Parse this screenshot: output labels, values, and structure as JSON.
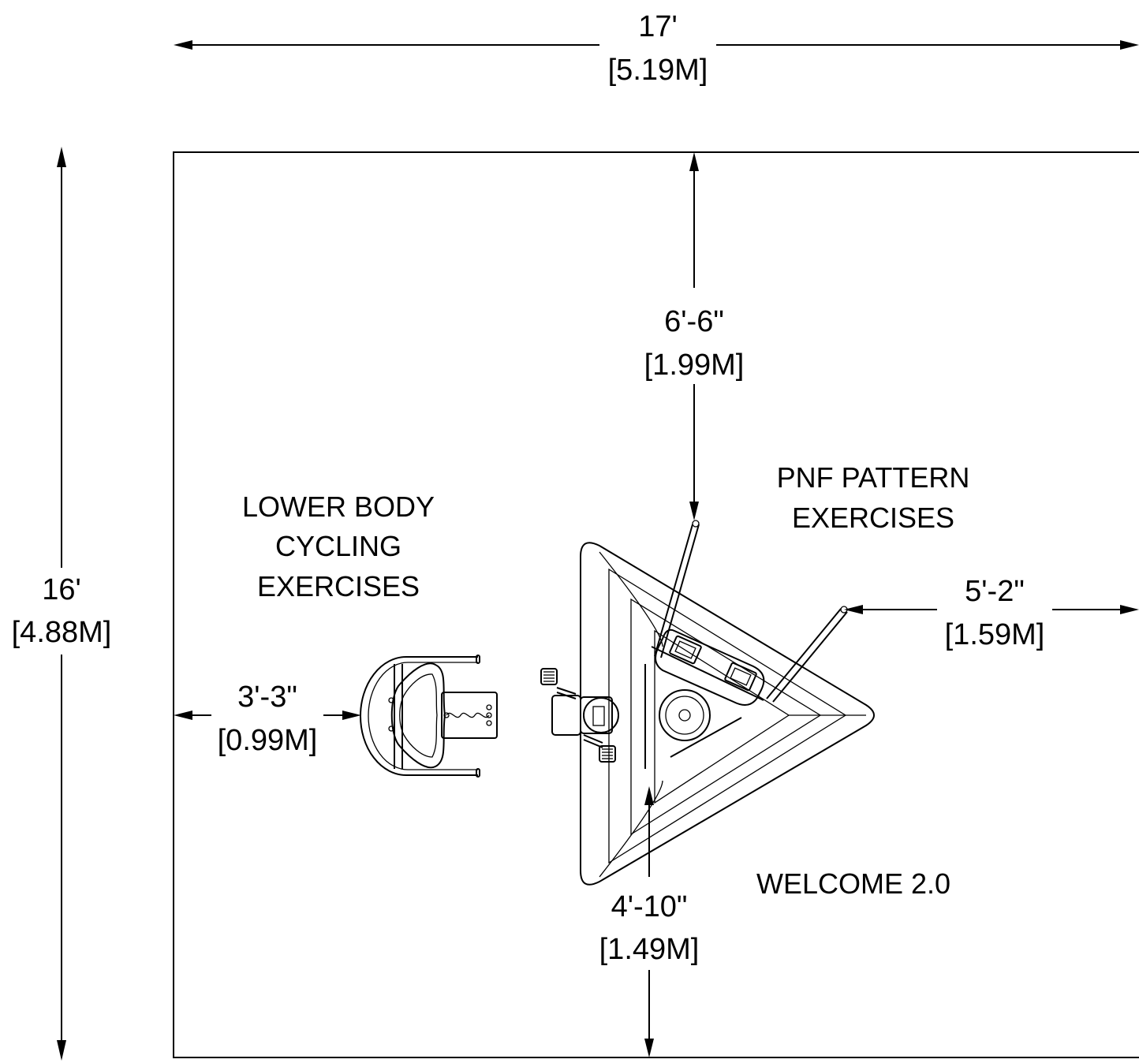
{
  "dimensions": {
    "overall_width": {
      "ft": "17'",
      "m": "[5.19M]"
    },
    "overall_depth": {
      "ft": "16'",
      "m": "[4.88M]"
    },
    "top_clearance": {
      "ft": "6'-6\"",
      "m": "[1.99M]"
    },
    "right_clearance": {
      "ft": "5'-2\"",
      "m": "[1.59M]"
    },
    "left_clearance": {
      "ft": "3'-3\"",
      "m": "[0.99M]"
    },
    "bottom_clearance": {
      "ft": "4'-10\"",
      "m": "[1.49M]"
    }
  },
  "labels": {
    "lower_body": [
      "LOWER BODY",
      "CYCLING",
      "EXERCISES"
    ],
    "pnf": [
      "PNF PATTERN",
      "EXERCISES"
    ],
    "product": "WELCOME 2.0"
  }
}
